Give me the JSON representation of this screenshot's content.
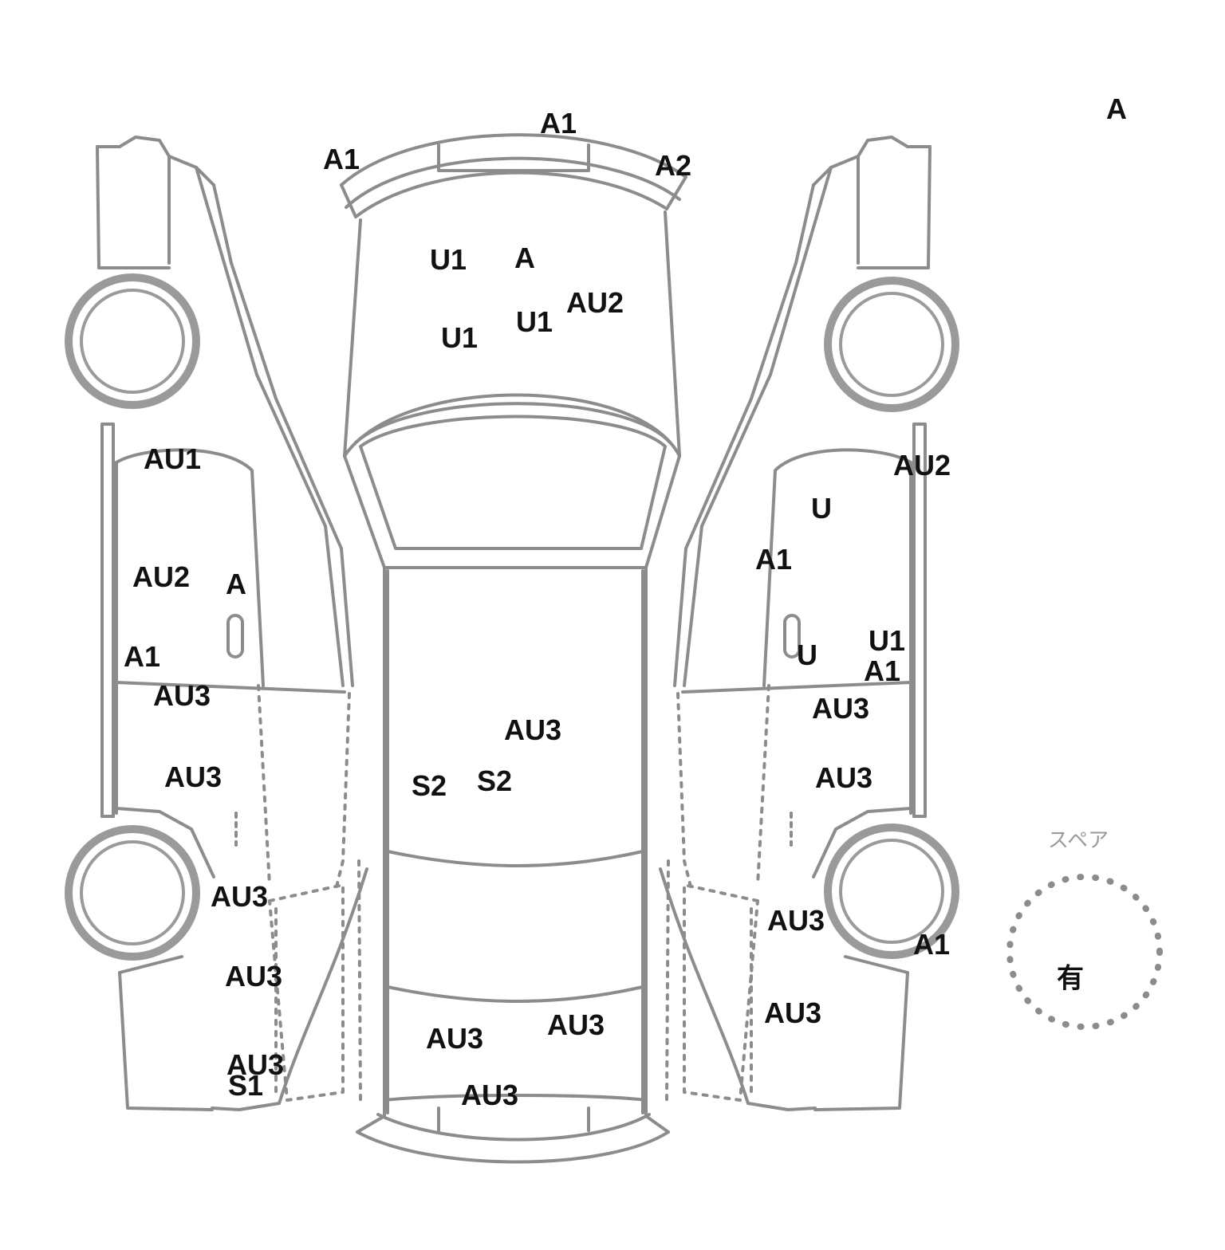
{
  "corner_grade": "A",
  "spare": {
    "caption": "スペア",
    "value": "有"
  },
  "outline_color": "#8c8c8c",
  "label_color": "#111111",
  "marks": {
    "front_bumper_left": "A1",
    "front_bumper_center": "A1",
    "front_bumper_right": "A2",
    "hood_1": "U1",
    "hood_2": "A",
    "hood_3": "U1",
    "hood_4": "U1",
    "hood_5": "AU2",
    "left_front_door_top": "AU1",
    "left_front_door_mid": "AU2",
    "left_front_door_handle": "A",
    "left_front_door_low": "A1",
    "left_rear_door_top": "AU3",
    "left_rear_door_mid": "AU3",
    "left_quarter_1": "AU3",
    "left_quarter_2": "AU3",
    "left_quarter_3": "AU3",
    "left_sill": "S1",
    "roof_1": "AU3",
    "roof_2": "S2",
    "roof_3": "S2",
    "trunk_1": "AU3",
    "trunk_2": "AU3",
    "rear_bumper": "AU3",
    "right_front_door_top": "AU2",
    "right_front_door_1": "U",
    "right_front_door_2": "A1",
    "right_front_door_3": "U",
    "right_front_door_4": "U1",
    "right_front_door_5": "A1",
    "right_rear_door_top": "AU3",
    "right_rear_door_mid": "AU3",
    "right_quarter_1": "AU3",
    "right_quarter_2": "AU3",
    "right_rear_wheel": "A1"
  }
}
